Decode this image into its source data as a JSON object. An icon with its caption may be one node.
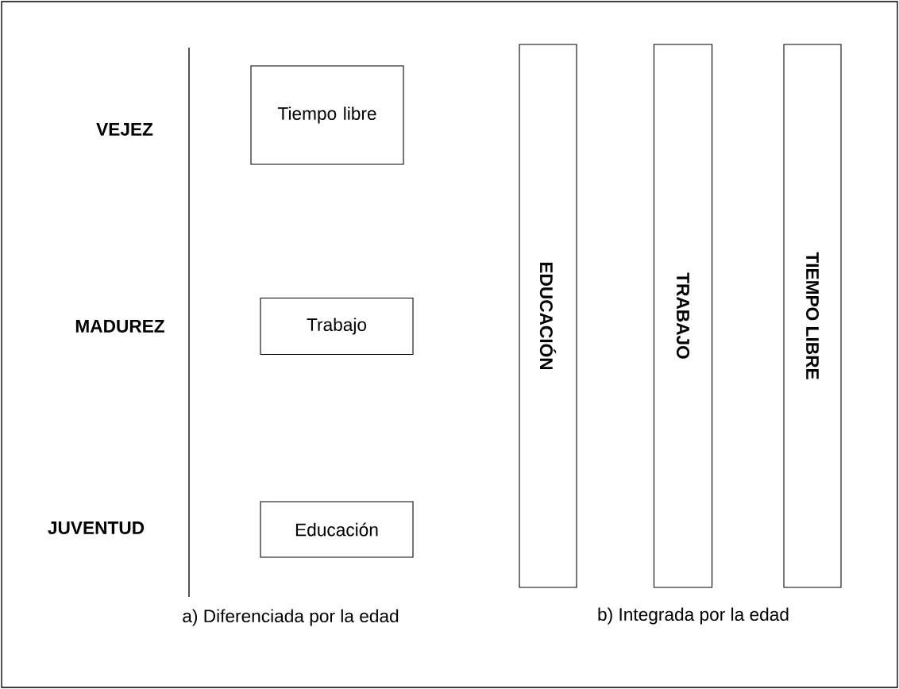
{
  "diagram": {
    "nodes": [
      {
        "text": [
          "Tiempo libre"
        ]
      },
      {
        "text": [
          "Trabajo"
        ]
      },
      {
        "text": [
          "Educación"
        ]
      },
      {
        "text": [
          "EDUCACIÓN"
        ]
      },
      {
        "text": [
          "TRABAJO"
        ]
      },
      {
        "text": [
          "TIEMPO LIBRE"
        ]
      }
    ],
    "labels": [
      "VEJEZ",
      "MADUREZ",
      "JUVENTUD",
      "a) Diferenciada por la edad",
      "b) Integrada por la edad"
    ]
  }
}
